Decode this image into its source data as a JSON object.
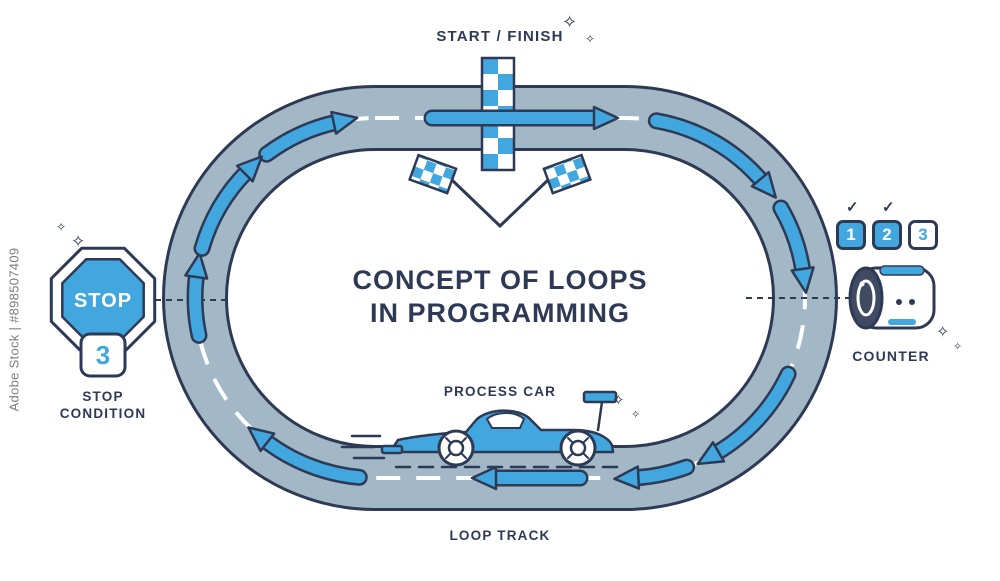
{
  "watermark": {
    "text": "Adobe Stock | #898507409"
  },
  "title": {
    "line1": "CONCEPT OF LOOPS",
    "line2": "IN PROGRAMMING"
  },
  "labels": {
    "start_finish": "START / FINISH",
    "process_car": "PROCESS CAR",
    "loop_track": "LOOP TRACK",
    "counter": "COUNTER",
    "stop_line1": "STOP",
    "stop_line2": "CONDITION"
  },
  "stop_sign": {
    "text": "STOP",
    "badge_value": "3"
  },
  "counter_tiles": [
    {
      "value": "1",
      "checked": true
    },
    {
      "value": "2",
      "checked": true
    },
    {
      "value": "3",
      "checked": false
    }
  ],
  "icons": {
    "check": "✓",
    "sparkle": "✧"
  },
  "colors": {
    "accent_blue": "#42A7DF",
    "track_gray": "#A2B8C6",
    "outline_navy": "#2E3A55",
    "watermark_gray": "#7D7D7D",
    "white": "#FFFFFF"
  }
}
